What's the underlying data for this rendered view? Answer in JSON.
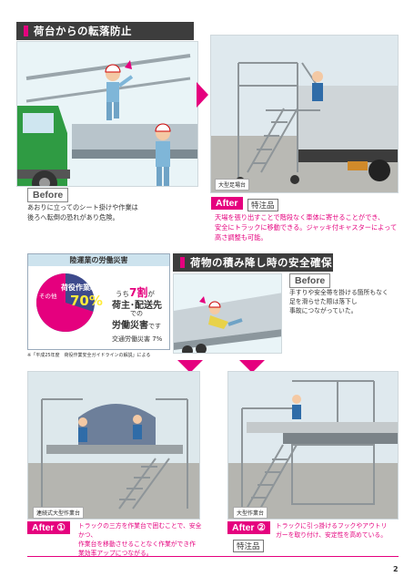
{
  "section1": {
    "title": "荷台からの転落防止",
    "before_label": "Before",
    "before_text": [
      "あおりに立ってのシート掛けや作業は",
      "後ろへ転倒の恐れがあり危険。"
    ],
    "after_label": "After",
    "after_tag": "特注品",
    "after_text": [
      "天場を張り出すことで階段なく車体に寄せることができ、",
      "安全にトラックに移動できる。ジャッキ付キャスターによって",
      "高さ調整も可能。"
    ],
    "photo_caption": "大型足場台"
  },
  "stats": {
    "title": "陸運業の労働災害",
    "other_label": "その他",
    "main_label": "荷役作業時",
    "percent": "70%",
    "line1": "うち",
    "line1b": "7割",
    "line1c": "が",
    "line2": "荷主･配送先",
    "line3": "での",
    "line4": "労働災害",
    "line4b": "です",
    "line5": "交通労働災害 7%",
    "source": "※「平成25年度　荷役作業安全ガイドラインの解説」による",
    "pie_share": 0.7,
    "colors": {
      "main": "#e5007e",
      "other": "#3d4a8c",
      "traffic": "#c8c8c8"
    }
  },
  "section2": {
    "title": "荷物の積み降し時の安全確保",
    "before_label": "Before",
    "before_text": [
      "手すりや安全帯を掛ける箇所もなく",
      "足を滑らせた際は落下し",
      "事故につながっていた。"
    ],
    "after1_label": "After",
    "after1_num": "①",
    "after1_text": [
      "トラックの三方を作業台で囲むことで、安全かつ、",
      "作業台を移動させることなく作業ができ作",
      "業効率アップにつながる。"
    ],
    "after1_caption": "連続式大型作業台",
    "after2_label": "After",
    "after2_num": "②",
    "after2_text": [
      "トラックに引っ掛けるフックやアウトリ",
      "ガーを取り付け、安定性を高めている。"
    ],
    "after2_tag": "特注品",
    "after2_caption": "大型作業台"
  },
  "page_number": "2"
}
